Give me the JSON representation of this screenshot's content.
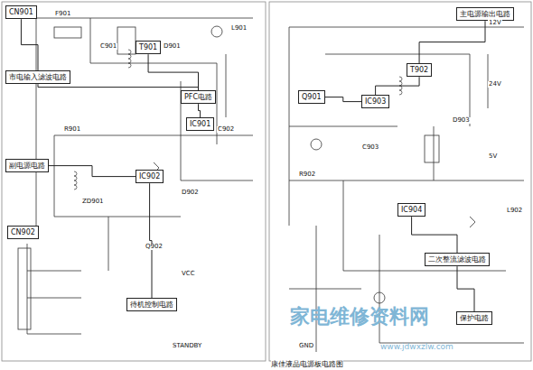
{
  "diagram": {
    "caption": "康佳液晶电源板电路图",
    "nodes": [
      {
        "text": [
          "CN901"
        ]
      },
      {
        "text": [
          "市电输入滤波电路"
        ]
      },
      {
        "text": [
          "PFC电路"
        ]
      },
      {
        "text": [
          "IC901"
        ]
      },
      {
        "text": [
          "副电源电路"
        ]
      },
      {
        "text": [
          "IC902"
        ]
      },
      {
        "text": [
          "T901"
        ]
      },
      {
        "text": [
          "CN902"
        ]
      },
      {
        "text": [
          "待机控制电路"
        ]
      },
      {
        "text": [
          "Q901"
        ]
      },
      {
        "text": [
          "IC903"
        ]
      },
      {
        "text": [
          "T902"
        ]
      },
      {
        "text": [
          "主电源输出电路"
        ]
      },
      {
        "text": [
          "IC904"
        ]
      },
      {
        "text": [
          "二次整流滤波电路"
        ]
      },
      {
        "text": [
          "保护电路"
        ]
      }
    ],
    "edges": [
      {
        "from": 0,
        "to": 1,
        "arrow": "none"
      },
      {
        "from": 1,
        "to": 2,
        "arrow": "none"
      },
      {
        "from": 2,
        "to": 3,
        "arrow": "none"
      },
      {
        "from": 2,
        "to": 6,
        "arrow": "none"
      },
      {
        "from": 4,
        "to": 5,
        "arrow": "none"
      },
      {
        "from": 5,
        "to": 8,
        "arrow": "none"
      },
      {
        "from": 9,
        "to": 10,
        "arrow": "none"
      },
      {
        "from": 10,
        "to": 11,
        "arrow": "none"
      },
      {
        "from": 11,
        "to": 12,
        "arrow": "none"
      },
      {
        "from": 13,
        "to": 14,
        "arrow": "none"
      },
      {
        "from": 14,
        "to": 15,
        "arrow": "none"
      }
    ],
    "labels": [
      "F901",
      "C901",
      "D901",
      "L901",
      "R901",
      "C902",
      "D902",
      "ZD901",
      "Q902",
      "VCC",
      "STANDBY",
      "12V",
      "24V",
      "5V",
      "GND",
      "R902",
      "C903",
      "D903",
      "L902",
      "家电维修资料网",
      "www.jdwxzlw.com"
    ]
  }
}
